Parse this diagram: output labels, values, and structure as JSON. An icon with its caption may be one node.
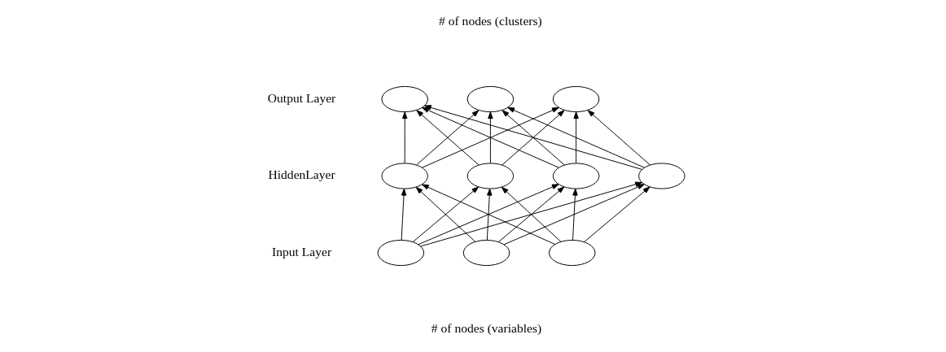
{
  "diagram": {
    "nodes": [
      {
        "text": [],
        "shape": "ellipse"
      },
      {
        "text": [],
        "shape": "ellipse"
      },
      {
        "text": [],
        "shape": "ellipse"
      },
      {
        "text": [],
        "shape": "ellipse"
      },
      {
        "text": [],
        "shape": "ellipse"
      },
      {
        "text": [],
        "shape": "ellipse"
      },
      {
        "text": [],
        "shape": "ellipse"
      },
      {
        "text": [],
        "shape": "ellipse"
      },
      {
        "text": [],
        "shape": "ellipse"
      },
      {
        "text": [],
        "shape": "ellipse"
      }
    ],
    "edges": [
      {
        "from": 7,
        "to": 3,
        "arrow": "to"
      },
      {
        "from": 7,
        "to": 4,
        "arrow": "to"
      },
      {
        "from": 7,
        "to": 5,
        "arrow": "to"
      },
      {
        "from": 7,
        "to": 6,
        "arrow": "to"
      },
      {
        "from": 8,
        "to": 3,
        "arrow": "to"
      },
      {
        "from": 8,
        "to": 4,
        "arrow": "to"
      },
      {
        "from": 8,
        "to": 5,
        "arrow": "to"
      },
      {
        "from": 8,
        "to": 6,
        "arrow": "to"
      },
      {
        "from": 9,
        "to": 3,
        "arrow": "to"
      },
      {
        "from": 9,
        "to": 4,
        "arrow": "to"
      },
      {
        "from": 9,
        "to": 5,
        "arrow": "to"
      },
      {
        "from": 9,
        "to": 6,
        "arrow": "to"
      },
      {
        "from": 3,
        "to": 0,
        "arrow": "to"
      },
      {
        "from": 3,
        "to": 1,
        "arrow": "to"
      },
      {
        "from": 3,
        "to": 2,
        "arrow": "to"
      },
      {
        "from": 4,
        "to": 0,
        "arrow": "to"
      },
      {
        "from": 4,
        "to": 1,
        "arrow": "to"
      },
      {
        "from": 4,
        "to": 2,
        "arrow": "to"
      },
      {
        "from": 5,
        "to": 0,
        "arrow": "to"
      },
      {
        "from": 5,
        "to": 1,
        "arrow": "to"
      },
      {
        "from": 5,
        "to": 2,
        "arrow": "to"
      },
      {
        "from": 6,
        "to": 0,
        "arrow": "to"
      },
      {
        "from": 6,
        "to": 1,
        "arrow": "to"
      },
      {
        "from": 6,
        "to": 2,
        "arrow": "to"
      }
    ],
    "labels": [
      "# of nodes (clusters)",
      "Output Layer",
      "HiddenLayer",
      "Input Layer",
      "# of nodes (variables)"
    ]
  }
}
